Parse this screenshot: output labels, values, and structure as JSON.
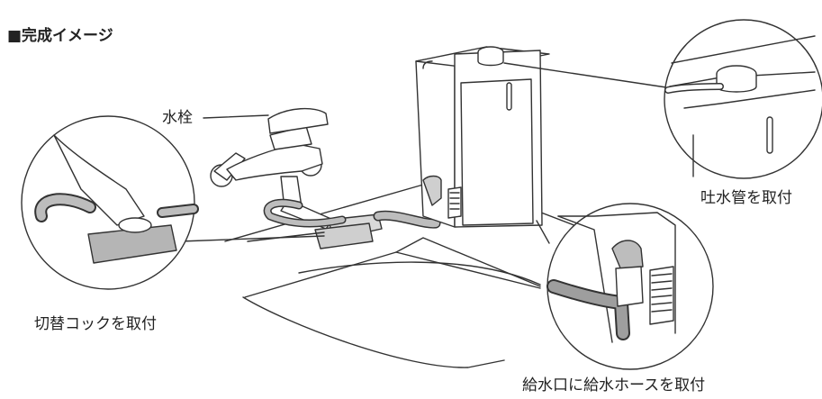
{
  "heading": "■完成イメージ",
  "labels": {
    "faucet": "水栓",
    "outlet_pipe": "吐水管を取付",
    "switch_cock": "切替コックを取付",
    "water_inlet": "給水口に給水ホースを取付"
  }
}
